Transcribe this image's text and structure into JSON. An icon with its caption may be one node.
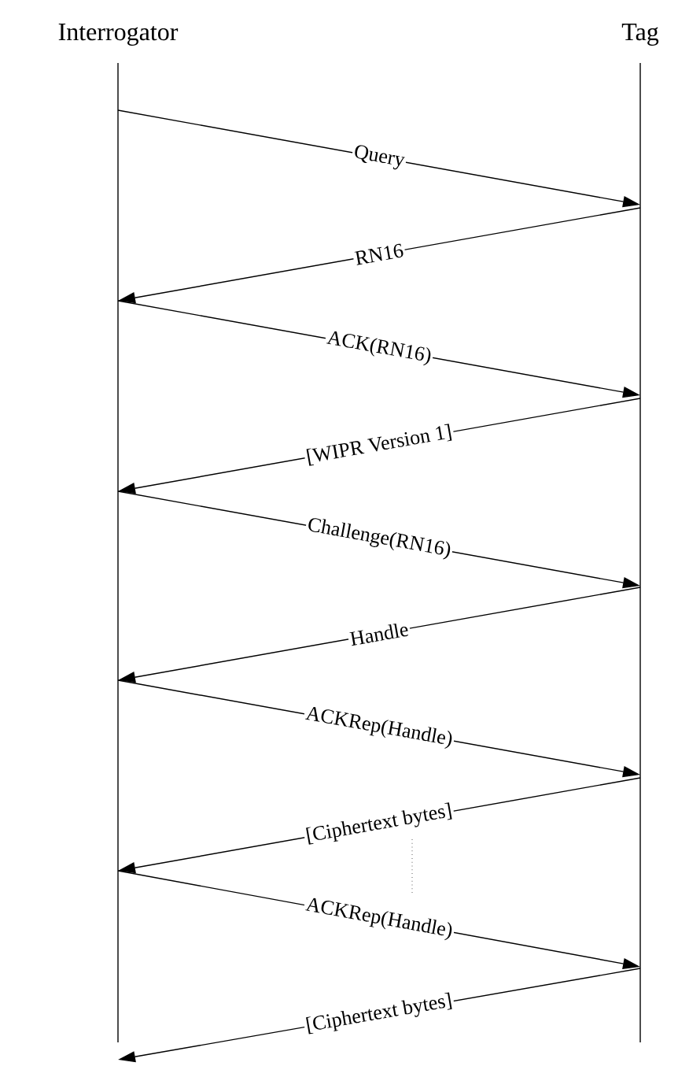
{
  "diagram": {
    "nodes": [
      {
        "text": [
          "Interrogator"
        ]
      },
      {
        "text": [
          "Tag"
        ]
      }
    ],
    "edges": [
      {
        "from": 0,
        "to": 1,
        "arrow": "to",
        "label": "Query"
      },
      {
        "from": 1,
        "to": 0,
        "arrow": "to",
        "label": "RN16"
      },
      {
        "from": 0,
        "to": 1,
        "arrow": "to",
        "label": "ACK(RN16)"
      },
      {
        "from": 1,
        "to": 0,
        "arrow": "to",
        "label": "[WIPR Version 1]"
      },
      {
        "from": 0,
        "to": 1,
        "arrow": "to",
        "label": "Challenge(RN16)"
      },
      {
        "from": 1,
        "to": 0,
        "arrow": "to",
        "label": "Handle"
      },
      {
        "from": 0,
        "to": 1,
        "arrow": "to",
        "label": "ACKRep(Handle)"
      },
      {
        "from": 1,
        "to": 0,
        "arrow": "to",
        "label": "[Ciphertext bytes]"
      },
      {
        "from": 0,
        "to": 1,
        "arrow": "to",
        "label": "ACKRep(Handle)"
      },
      {
        "from": 1,
        "to": 0,
        "arrow": "to",
        "label": "[Ciphertext bytes]"
      }
    ]
  }
}
